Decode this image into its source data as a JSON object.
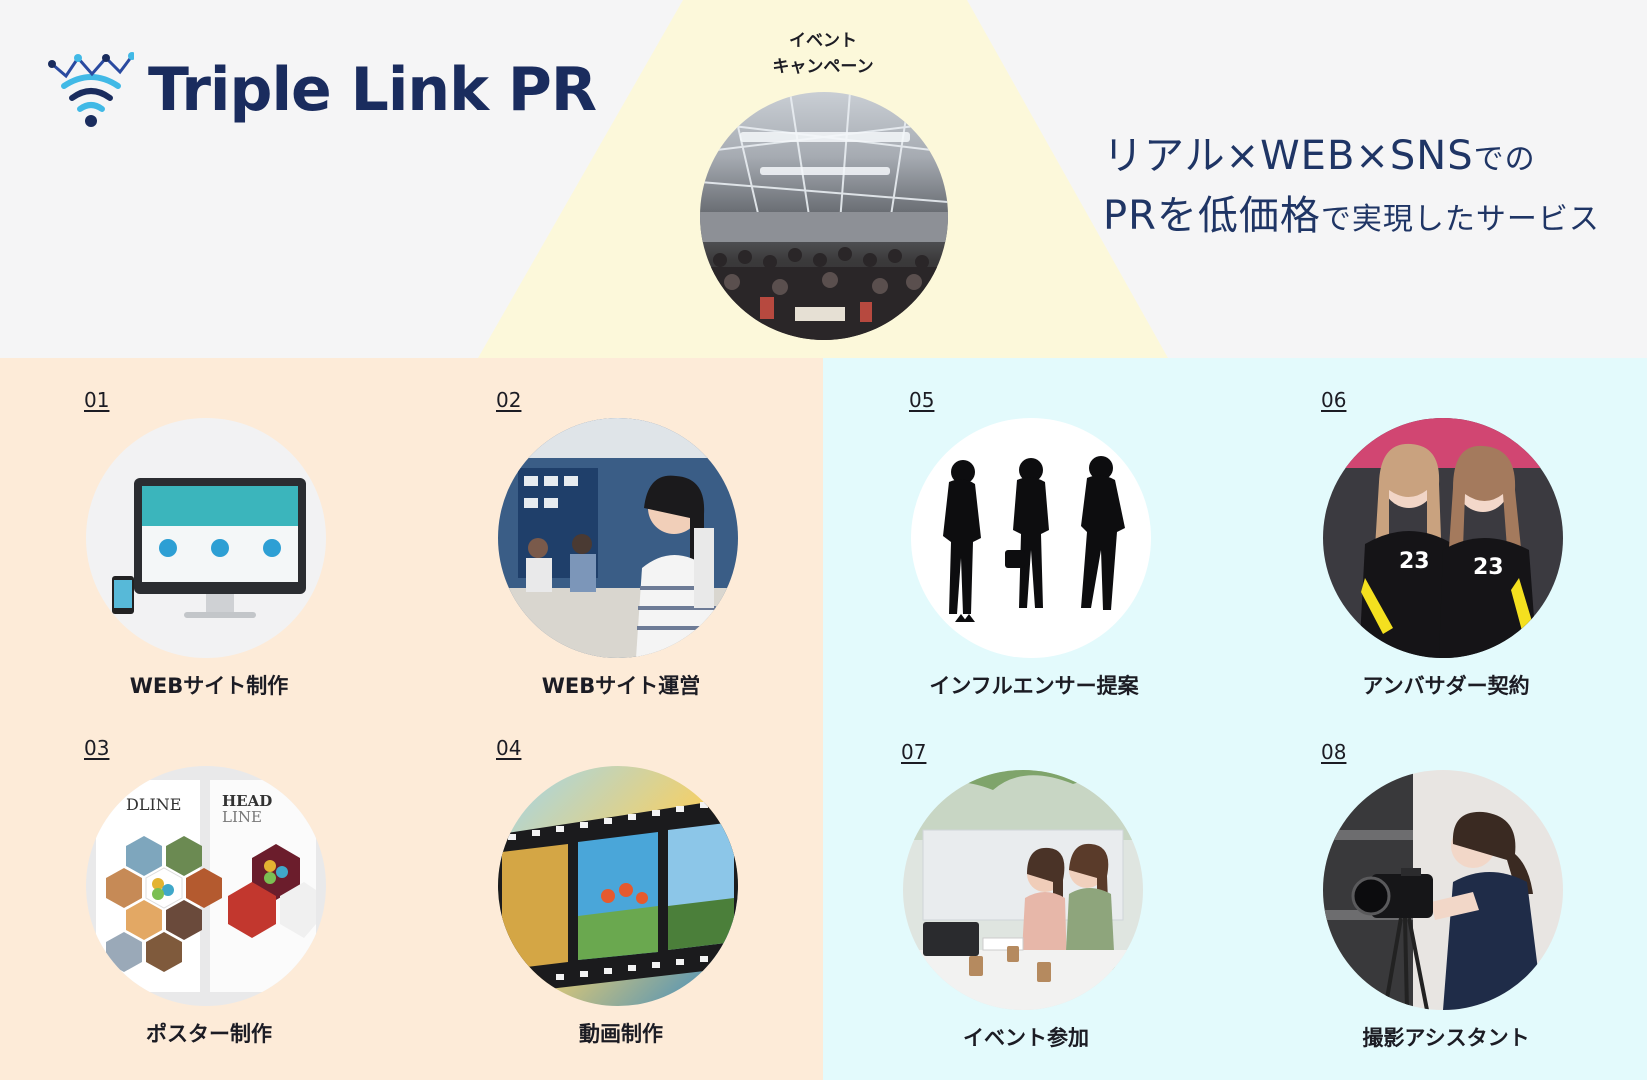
{
  "header": {
    "logo_text": "Triple Link PR",
    "event": {
      "line1": "イベント",
      "line2": "キャンペーン"
    },
    "headline": {
      "line1_a": "リアル×WEB×SNS",
      "line1_b": "での",
      "line2_a": "PRを低価格",
      "line2_b": "で実現したサービス"
    }
  },
  "colors": {
    "brand_navy": "#1a2c5e",
    "brand_cyan": "#41b9e6",
    "spotlight": "#fcf8da",
    "panel_left": "#fdebd8",
    "panel_right": "#e3fafc"
  },
  "services": [
    {
      "num": "01",
      "label": "WEBサイト制作",
      "image": "monitor-mockup"
    },
    {
      "num": "02",
      "label": "WEBサイト運営",
      "image": "office-worker"
    },
    {
      "num": "03",
      "label": "ポスター制作",
      "image": "poster-flyers"
    },
    {
      "num": "04",
      "label": "動画制作",
      "image": "film-strip"
    },
    {
      "num": "05",
      "label": "インフルエンサー提案",
      "image": "silhouettes"
    },
    {
      "num": "06",
      "label": "アンバサダー契約",
      "image": "ambassadors"
    },
    {
      "num": "07",
      "label": "イベント参加",
      "image": "cafe-meeting"
    },
    {
      "num": "08",
      "label": "撮影アシスタント",
      "image": "photographer"
    }
  ]
}
